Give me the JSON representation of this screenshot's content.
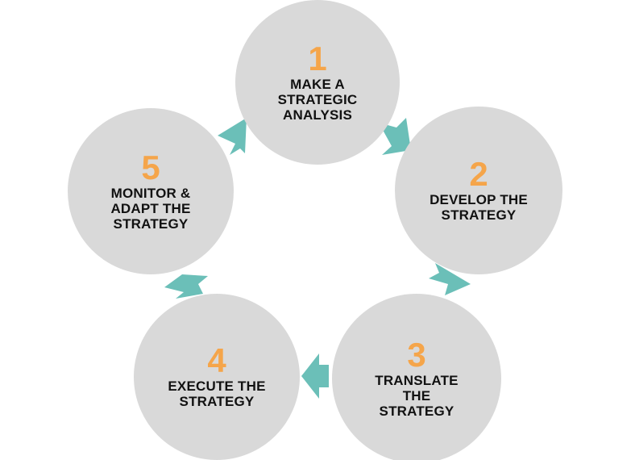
{
  "colors": {
    "circle": "#d9d9d9",
    "number": "#f5a54a",
    "text": "#111111",
    "arrow": "#6bbfb8"
  },
  "steps": [
    {
      "number": "1",
      "lines": [
        "MAKE A",
        "STRATEGIC",
        "ANALYSIS"
      ]
    },
    {
      "number": "2",
      "lines": [
        "DEVELOP THE",
        "STRATEGY"
      ]
    },
    {
      "number": "3",
      "lines": [
        "TRANSLATE",
        "THE",
        "STRATEGY"
      ]
    },
    {
      "number": "4",
      "lines": [
        "EXECUTE THE",
        "STRATEGY"
      ]
    },
    {
      "number": "5",
      "lines": [
        "MONITOR &",
        "ADAPT THE",
        "STRATEGY"
      ]
    }
  ]
}
